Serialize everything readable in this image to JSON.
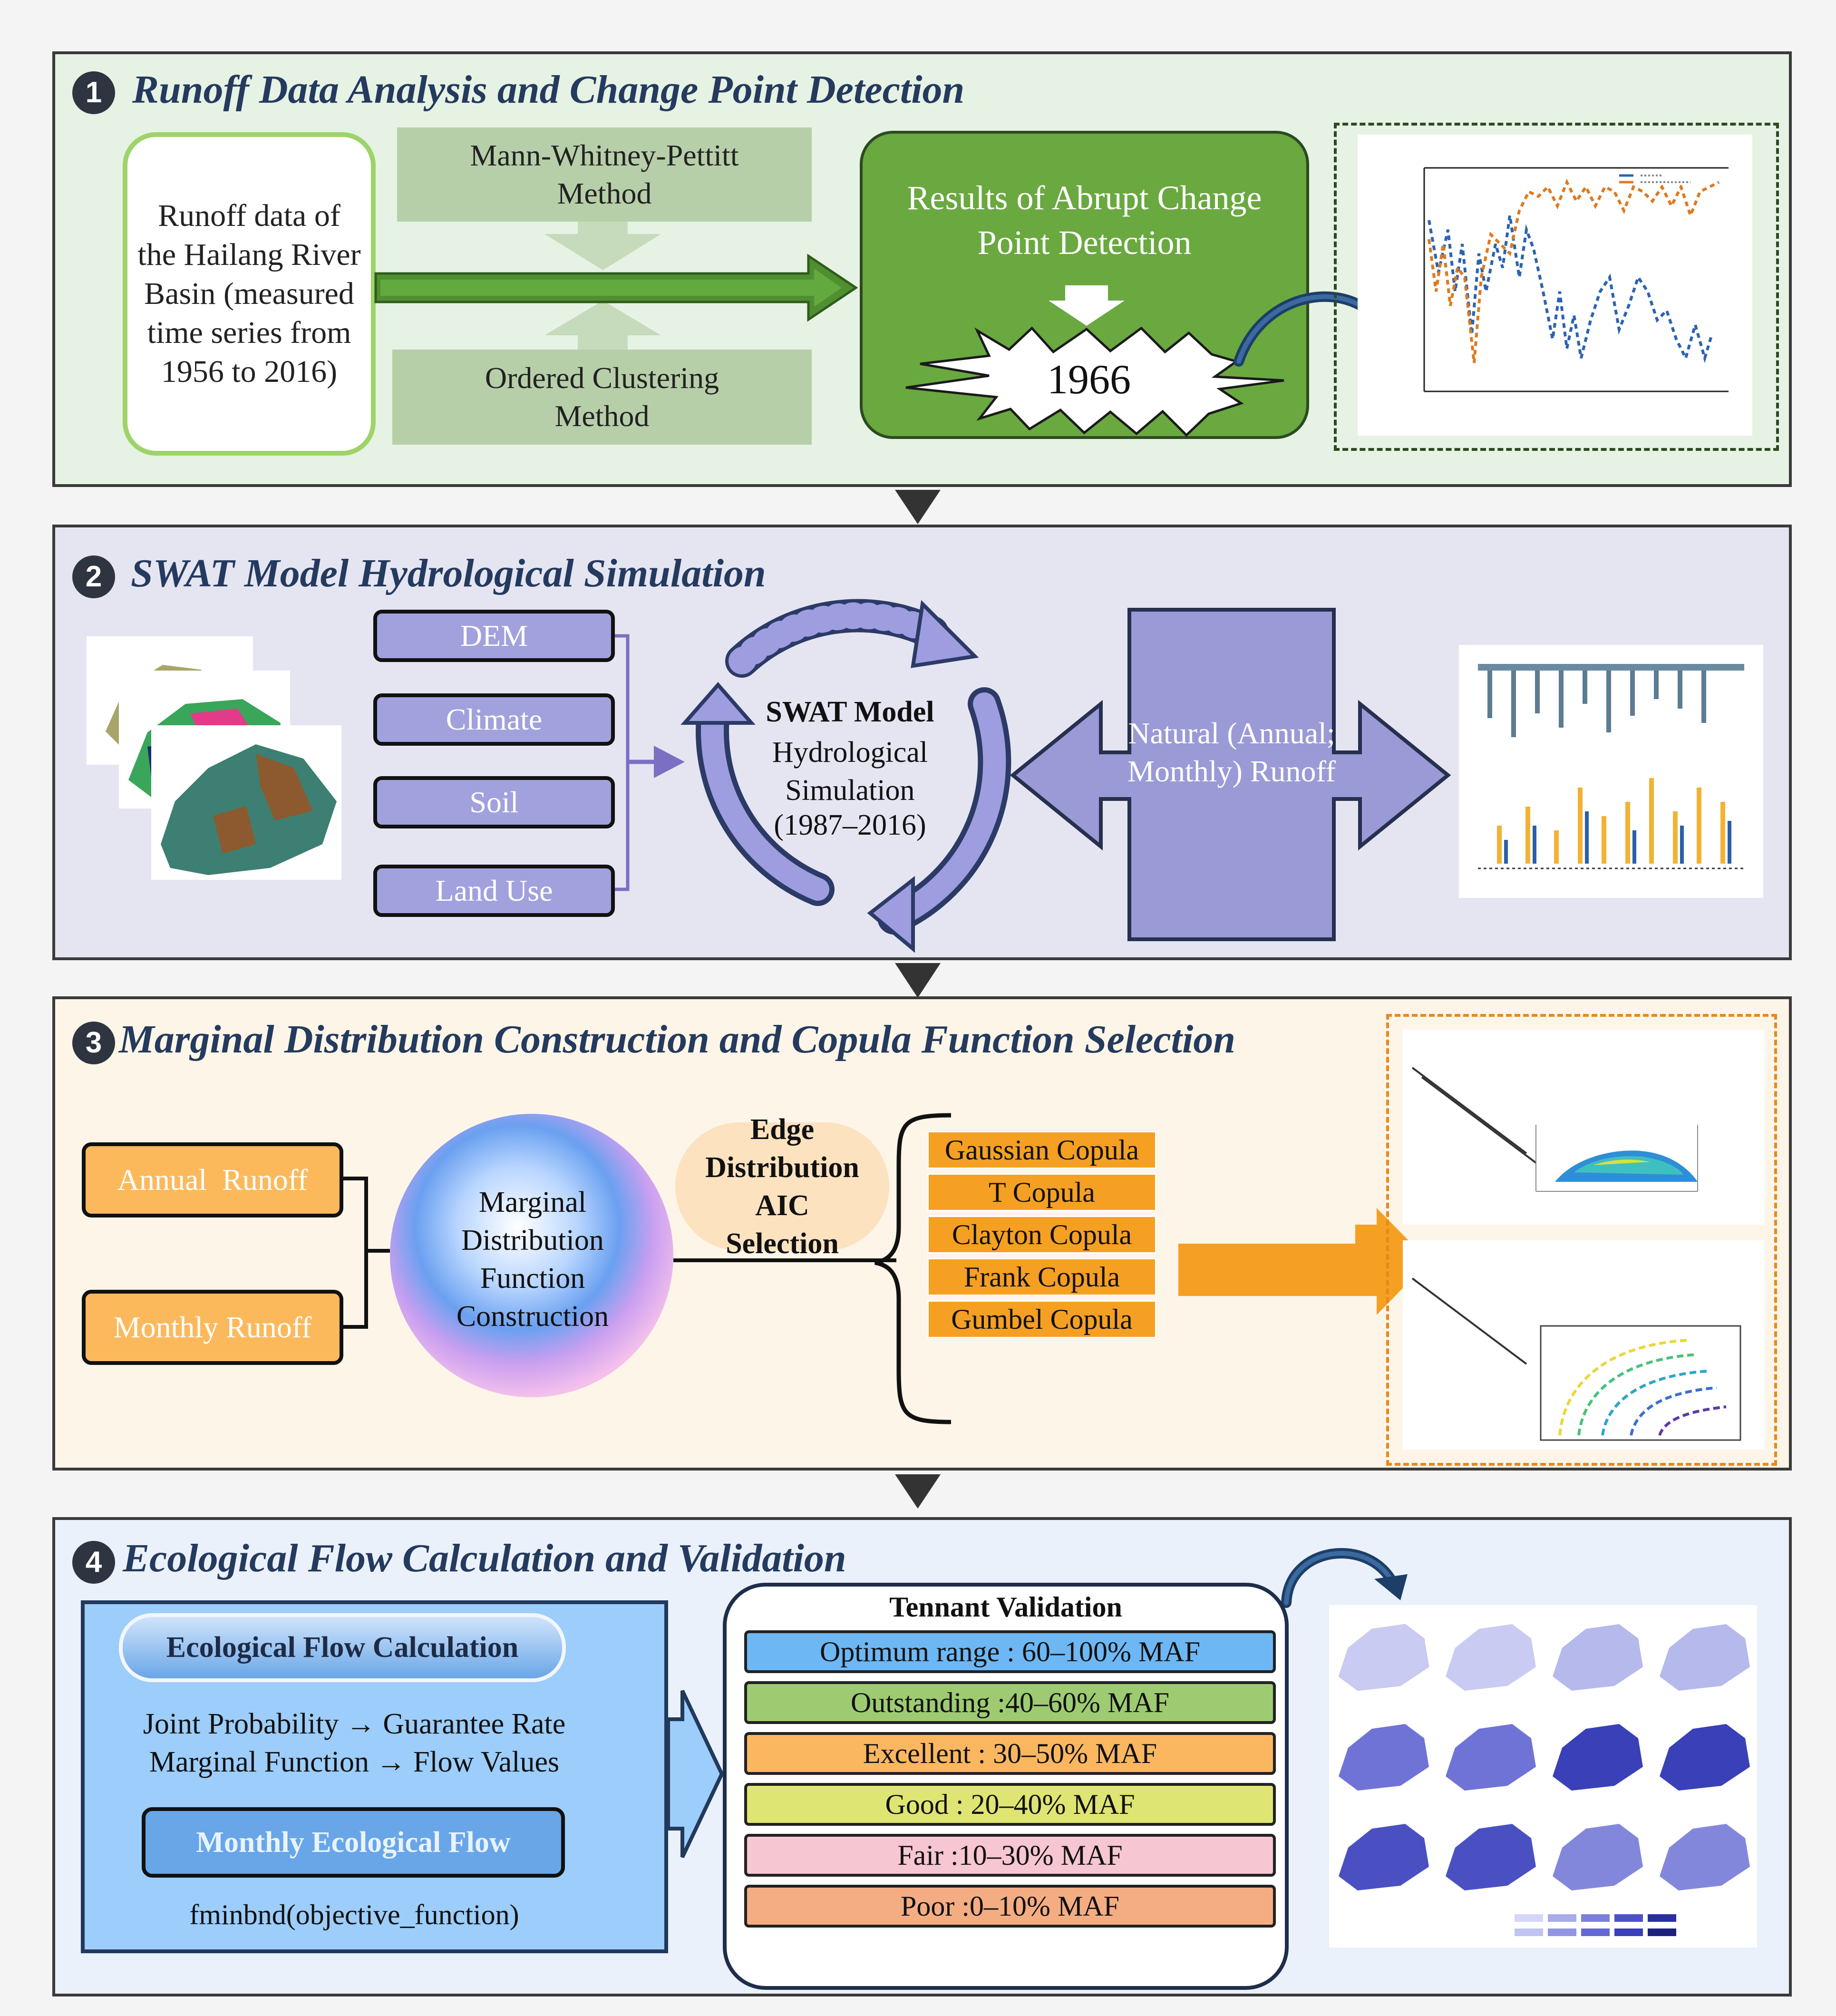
{
  "panel1": {
    "number": "1",
    "title": "Runoff Data Analysis and Change Point Detection",
    "runoff_data": "Runoff data of the Hailang River Basin (measured time series from 1956 to 2016)",
    "method1": "Mann-Whitney-Pettitt Method",
    "method2": "Ordered Clustering Method",
    "results_title": "Results of Abrupt Change Point Detection",
    "change_year": "1966"
  },
  "panel2": {
    "number": "2",
    "title": "SWAT Model Hydrological Simulation",
    "inputs": [
      "DEM",
      "Climate",
      "Soil",
      "Land Use"
    ],
    "swat_title": "SWAT Model",
    "swat_text": "Hydrological Simulation",
    "swat_period": "(1987–2016)",
    "natural_runoff": "Natural (Annual; Monthly) Runoff"
  },
  "panel3": {
    "number": "3",
    "title": "Marginal Distribution Construction and Copula Function Selection",
    "annual_runoff": "Annual  Runoff",
    "monthly_runoff": "Monthly Runoff",
    "sphere_text": "Marginal Distribution Function Construction",
    "edge_text": "Edge Distribution AIC Selection",
    "copulas": [
      "Gaussian Copula",
      "T Copula",
      "Clayton Copula",
      "Frank Copula",
      "Gumbel Copula"
    ]
  },
  "panel4": {
    "number": "4",
    "title": "Ecological Flow Calculation and Validation",
    "calc_title": "Ecological Flow Calculation",
    "line1": "Joint Probability → Guarantee Rate",
    "line2": "Marginal Function → Flow Values",
    "monthly_flow": "Monthly Ecological Flow",
    "fminbnd": "fminbnd(objective_function)",
    "tennant_title": "Tennant Validation",
    "tennant_rows": [
      "Optimum range : 60–100% MAF",
      "Outstanding :40–60% MAF",
      "Excellent : 30–50% MAF",
      "Good : 20–40% MAF",
      "Fair :10–30% MAF",
      "Poor :0–10% MAF"
    ]
  },
  "colors": {
    "panel1_bg": "#e6f2e3",
    "panel2_bg": "#e5e5f2",
    "panel3_bg": "#fdf5e8",
    "panel4_bg": "#eaf1fa",
    "green_dark": "#6aa840",
    "purple": "#9b9bd6",
    "orange": "#f5a23b",
    "blue": "#8fc4f5"
  }
}
